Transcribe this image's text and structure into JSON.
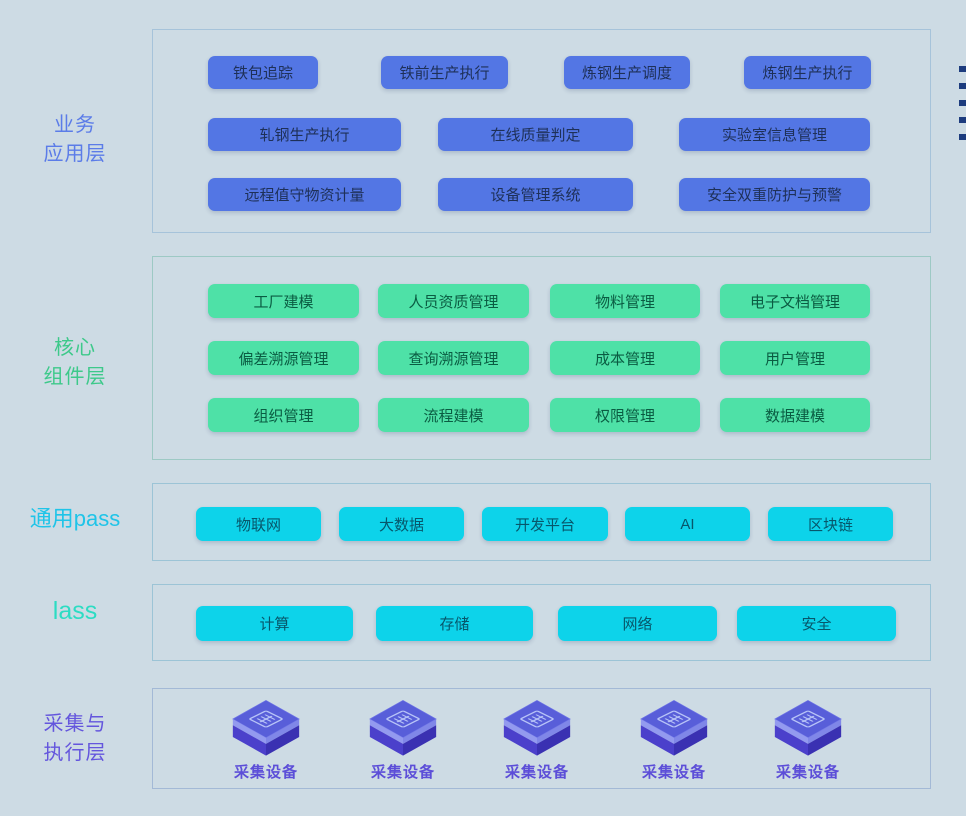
{
  "colors": {
    "page_background": "#cddbe4",
    "business_accent": "#5b7ce8",
    "business_node": "#5376e4",
    "core_accent": "#3dc98a",
    "core_node": "#4ee1a7",
    "paas_accent": "#1fc4e8",
    "iaas_accent": "#2cdcc3",
    "cyan_node": "#0dd3ea",
    "device_accent": "#6456dd",
    "cube_top": "#585ed9",
    "cube_side_left": "#4b40cb",
    "cube_side_right": "#3a31b2"
  },
  "layers": [
    {
      "id": "business-apps",
      "label_lines": [
        "业务",
        "应用层"
      ],
      "rows": [
        [
          "铁包追踪",
          "铁前生产执行",
          "炼钢生产调度",
          "炼钢生产执行"
        ],
        [
          "轧钢生产执行",
          "在线质量判定",
          "实验室信息管理"
        ],
        [
          "远程值守物资计量",
          "设备管理系统",
          "安全双重防护与预警"
        ]
      ]
    },
    {
      "id": "core-components",
      "label_lines": [
        "核心",
        "组件层"
      ],
      "rows": [
        [
          "工厂建模",
          "人员资质管理",
          "物料管理",
          "电子文档管理"
        ],
        [
          "偏差溯源管理",
          "查询溯源管理",
          "成本管理",
          "用户管理"
        ],
        [
          "组织管理",
          "流程建模",
          "权限管理",
          "数据建模"
        ]
      ]
    },
    {
      "id": "common-paas",
      "label_lines": [
        "通用pass"
      ],
      "rows": [
        [
          "物联网",
          "大数据",
          "开发平台",
          "AI",
          "区块链"
        ]
      ]
    },
    {
      "id": "iaas",
      "label_lines": [
        "lass"
      ],
      "rows": [
        [
          "计算",
          "存储",
          "网络",
          "安全"
        ]
      ]
    },
    {
      "id": "collection-execution",
      "label_lines": [
        "采集与",
        "执行层"
      ],
      "devices": [
        "采集设备",
        "采集设备",
        "采集设备",
        "采集设备",
        "采集设备"
      ]
    }
  ]
}
